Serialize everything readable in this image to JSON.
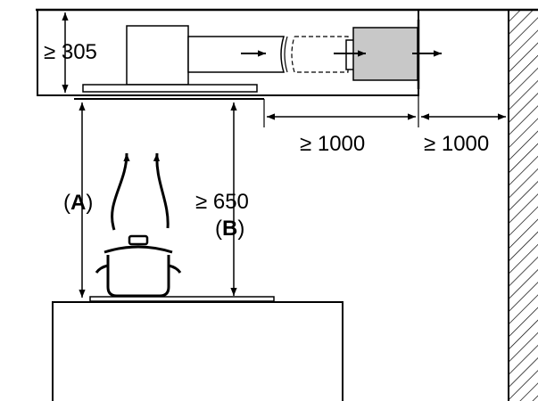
{
  "labels": {
    "ceiling_height": "≥ 305",
    "side_clearance": "≥ 1000",
    "wall_clearance": "≥ 1000",
    "hob_clearance": "≥ 650",
    "point_a_open": "(",
    "point_a_letter": "A",
    "point_a_close": ")",
    "point_b_open": "(",
    "point_b_letter": "B",
    "point_b_close": ")"
  },
  "colors": {
    "line": "#000000",
    "fan_fill": "#c8c8c8",
    "background": "#ffffff"
  }
}
